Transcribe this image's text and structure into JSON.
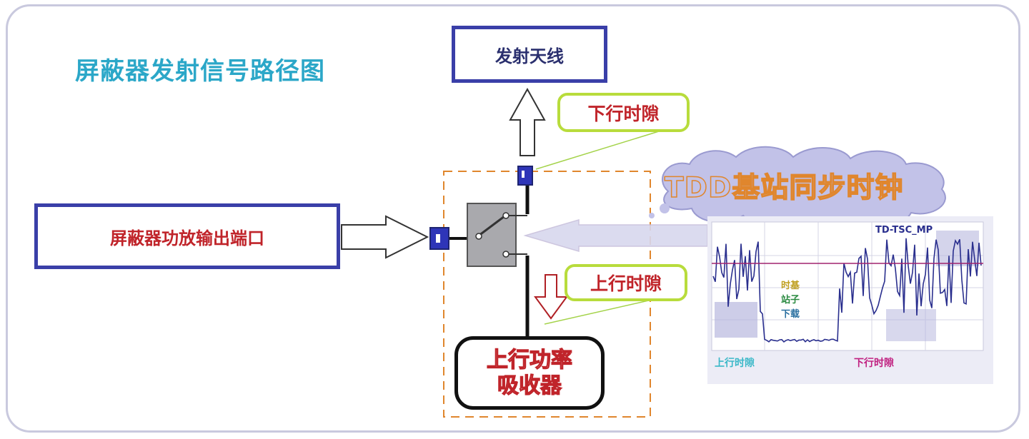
{
  "title": "屏蔽器发射信号路径图",
  "antenna_label": "发射天线",
  "pa_port_label": "屏蔽器功放输出端口",
  "downlink_slot_label": "下行时隙",
  "uplink_slot_label": "上行时隙",
  "absorber_label": {
    "line1": "上行功率",
    "line2": "吸收器"
  },
  "clock_cloud_label": "TDD基站同步时钟",
  "scope": {
    "header_text": "TD-TSC_MP",
    "legend": [
      "时基",
      "站子",
      "下载"
    ],
    "uplink_caption": "上行时隙",
    "downlink_caption": "下行时隙"
  },
  "colors": {
    "accent_blue": "#3a3fa8",
    "title_cyan": "#2ba7c8",
    "label_red": "#c0242a",
    "slot_green": "#b8dc3c",
    "dashed_orange": "#e0862d",
    "cloud_fill": "#c2c2e8",
    "scope_trace": "#2a2f8e",
    "scope_ref_line": "#a0246e"
  },
  "icons": [
    "arrow-up-icon",
    "arrow-right-icon",
    "arrow-down-icon",
    "arrow-left-icon",
    "switch-icon",
    "connector-icon",
    "cloud-icon"
  ]
}
